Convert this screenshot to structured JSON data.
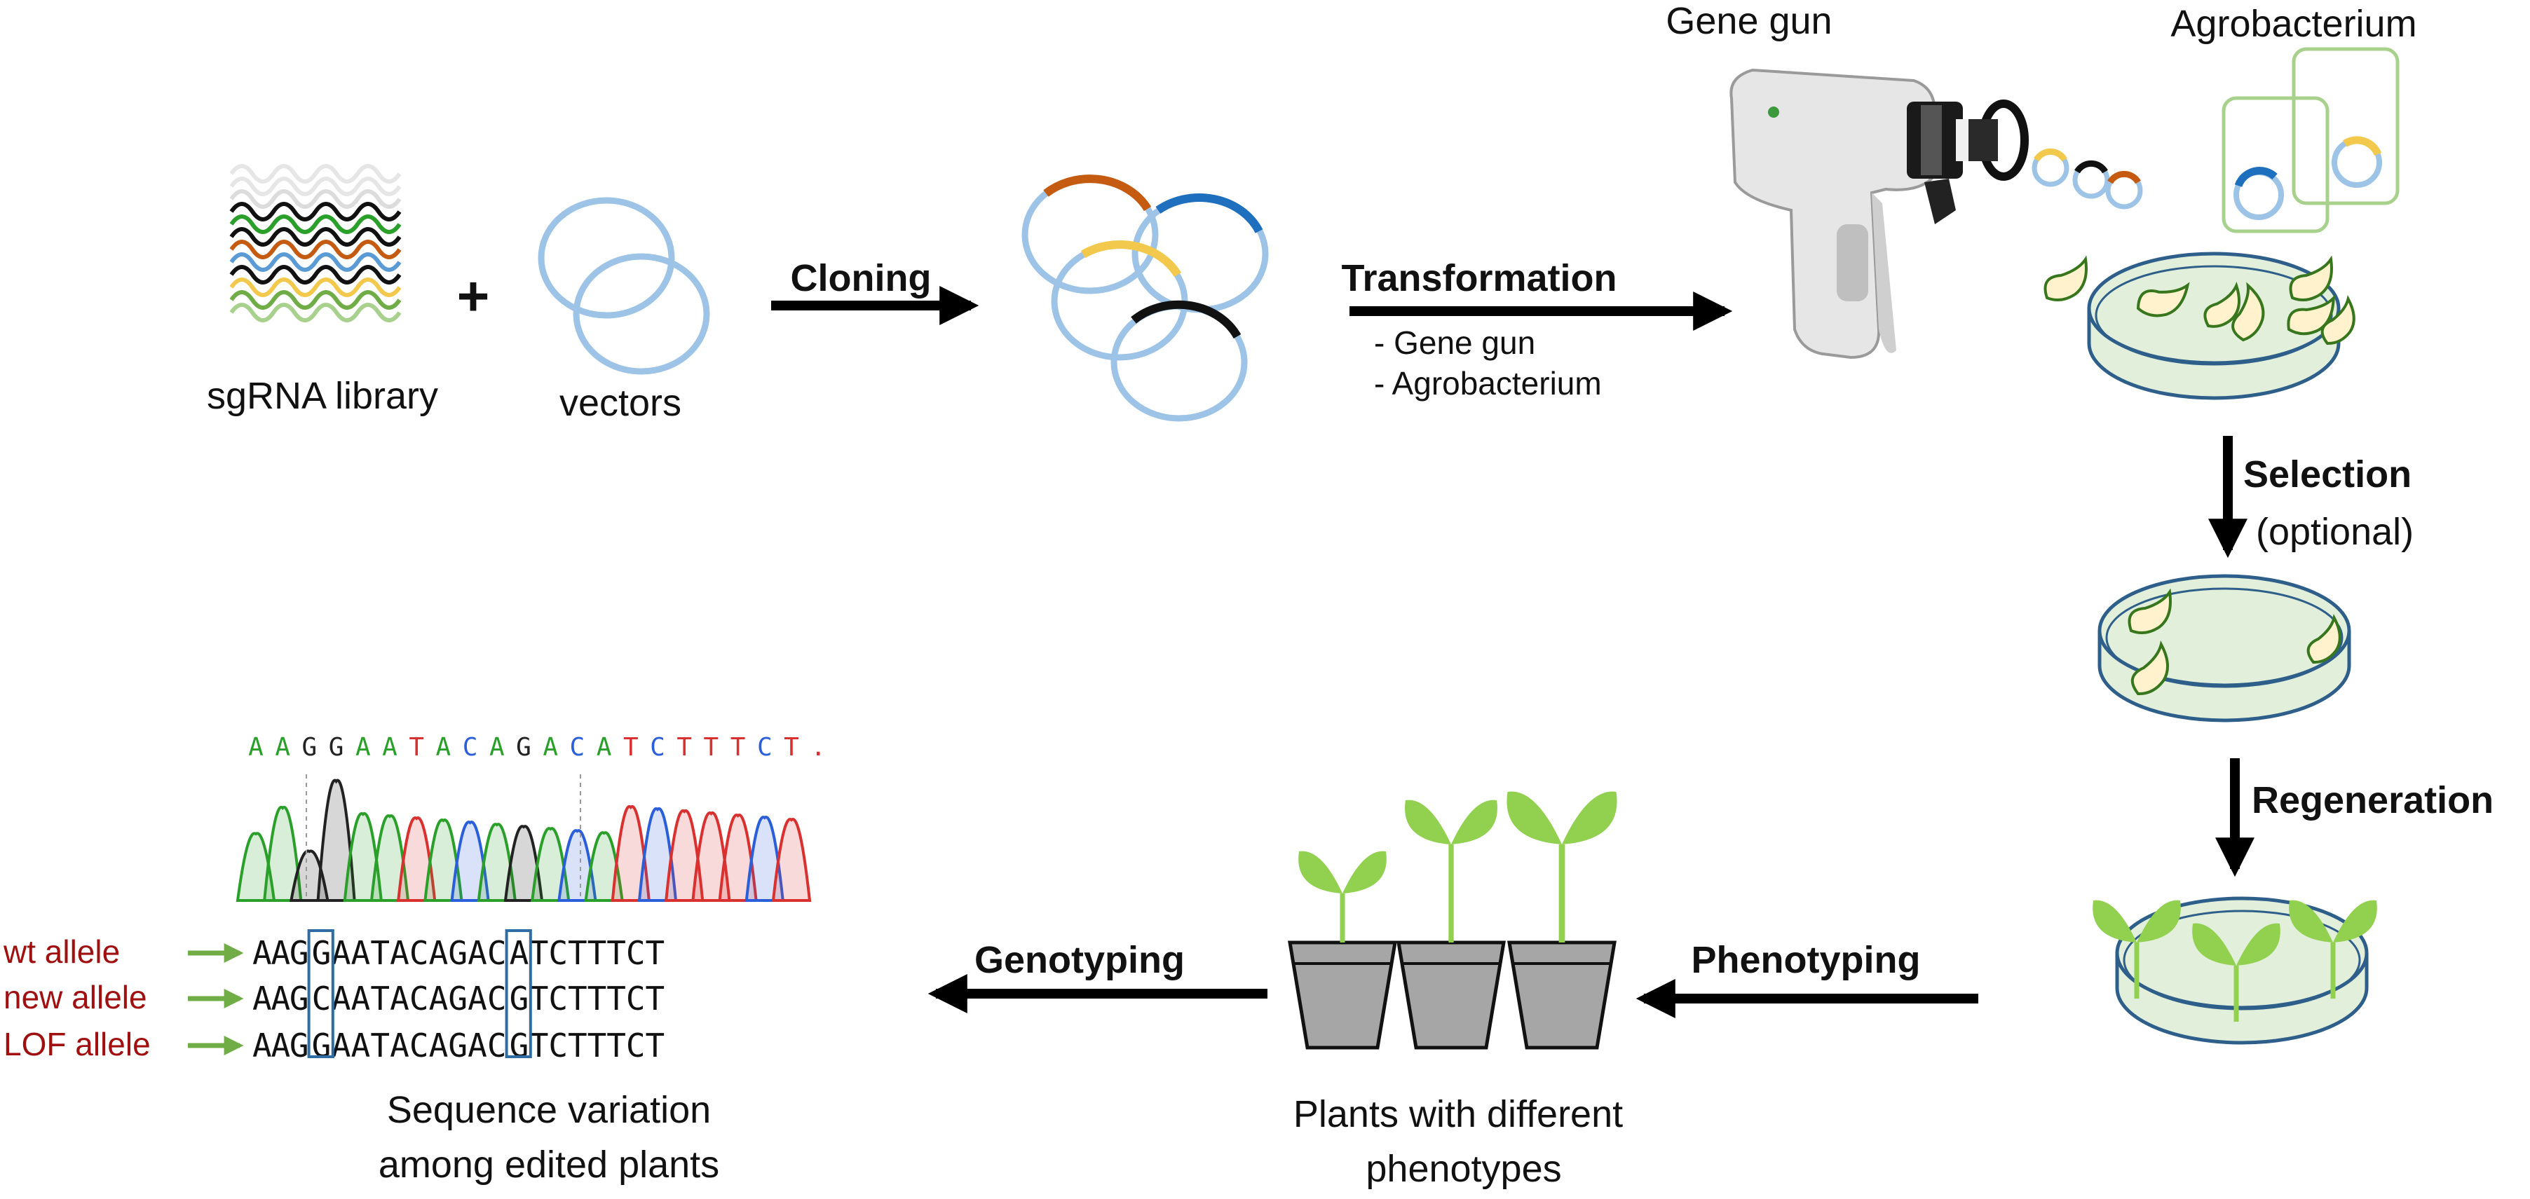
{
  "labels": {
    "sgrna_library": "sgRNA library",
    "plus": "+",
    "vectors": "vectors",
    "cloning": "Cloning",
    "transformation": "Transformation",
    "transformation_methods": [
      "- Gene gun",
      "- Agrobacterium"
    ],
    "gene_gun": "Gene gun",
    "agrobacterium": "Agrobacterium",
    "selection": "Selection",
    "selection_note": "(optional)",
    "regeneration": "Regeneration",
    "phenotyping": "Phenotyping",
    "plants_caption": [
      "Plants with different",
      "phenotypes"
    ],
    "genotyping": "Genotyping",
    "sequence_caption": [
      "Sequence variation",
      "among edited plants"
    ]
  },
  "chromatogram": {
    "bases": [
      "A",
      "A",
      "G",
      "G",
      "A",
      "A",
      "T",
      "A",
      "C",
      "A",
      "G",
      "A",
      "C",
      "A",
      "T",
      "C",
      "T",
      "T",
      "T",
      "C",
      "T",
      "."
    ],
    "base_colors": {
      "A": "#2aa02a",
      "C": "#2b5fd9",
      "G": "#222222",
      "T": "#d93030",
      ".": "#d93030"
    }
  },
  "alleles": [
    {
      "name": "wt allele",
      "prefix": "AAG",
      "variant1": "G",
      "middle": "AATACAGAC",
      "variant2": "A",
      "suffix": "TCTTTCT"
    },
    {
      "name": "new allele",
      "prefix": "AAG",
      "variant1": "C",
      "middle": "AATACAGAC",
      "variant2": "G",
      "suffix": "TCTTTCT"
    },
    {
      "name": "LOF allele",
      "prefix": "AAG",
      "variant1": "G",
      "middle": "AATACAGAC",
      "variant2": "G",
      "suffix": "TCTTTCT"
    }
  ],
  "colors": {
    "vector_blue": "#9dc3e6",
    "insert_orange": "#c55a11",
    "insert_blue": "#1f6fbf",
    "insert_yellow": "#f2c94c",
    "insert_black": "#111111",
    "dish_fill": "#e2efda",
    "dish_line": "#2e5f8a",
    "plant_green": "#92d050",
    "pot_gray": "#a6a6a6",
    "allele_red": "#a01010",
    "arrow_green": "#70ad47",
    "box_blue": "#2e6da4"
  }
}
